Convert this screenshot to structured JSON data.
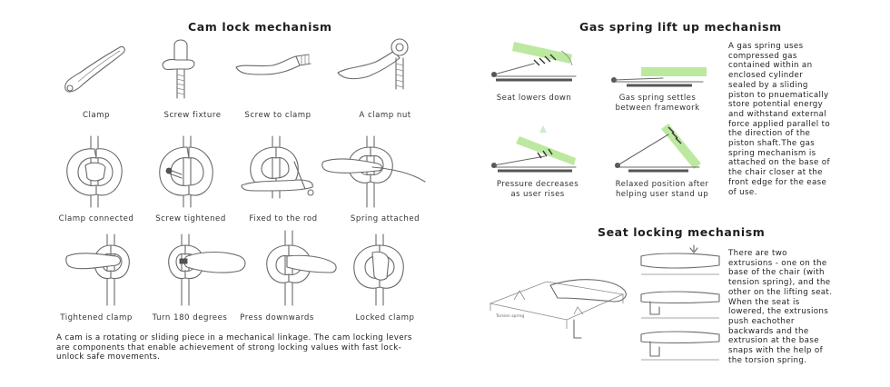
{
  "colors": {
    "accent_green": "#bde8a0",
    "line": "#6a6a6a",
    "text": "#222222"
  },
  "cam_lock": {
    "title": "Cam lock mechanism",
    "row1": [
      "Clamp",
      "Screw fixture",
      "Screw to clamp",
      "A clamp nut"
    ],
    "row2": [
      "Clamp connected",
      "Screw tightened",
      "Fixed to the rod",
      "Spring attached"
    ],
    "row3": [
      "Tightened clamp",
      "Turn 180 degrees",
      "Press downwards",
      "Locked clamp"
    ],
    "description": "A cam is a rotating or sliding piece in a mechanical linkage. The cam locking levers are components that enable achievement of strong locking values with fast lock-unlock safe movements."
  },
  "gas_spring": {
    "title": "Gas spring lift up mechanism",
    "steps": [
      [
        "Seat lowers down"
      ],
      [
        "Gas spring settles",
        "between framework"
      ],
      [
        "Pressure decreases",
        "as user rises"
      ],
      [
        "Relaxed position after",
        "helping user stand up"
      ]
    ],
    "description_lines": [
      "A gas spring uses",
      "compressed gas",
      "contained within an",
      "enclosed cylinder",
      "sealed by a sliding",
      "piston to pnuematically",
      "store potential energy",
      "and withstand external",
      "force applied parallel to",
      "the direction of the",
      "piston shaft.The gas",
      "spring mechanism is",
      "attached on the base of",
      "the chair closer at the",
      "front edge for the ease",
      "of use."
    ]
  },
  "seat_locking": {
    "title": "Seat locking mechanism",
    "torsion_label": "Torsion spring",
    "description_lines": [
      "There are two",
      "extrusions - one on the",
      "base of the chair (with",
      "tension spring), and the",
      "other on the lifting seat.",
      "When the seat is",
      "lowered, the extrusions",
      "push eachother",
      "backwards and the",
      "extrusion at the base",
      "snaps with the help of",
      "the torsion spring."
    ]
  }
}
